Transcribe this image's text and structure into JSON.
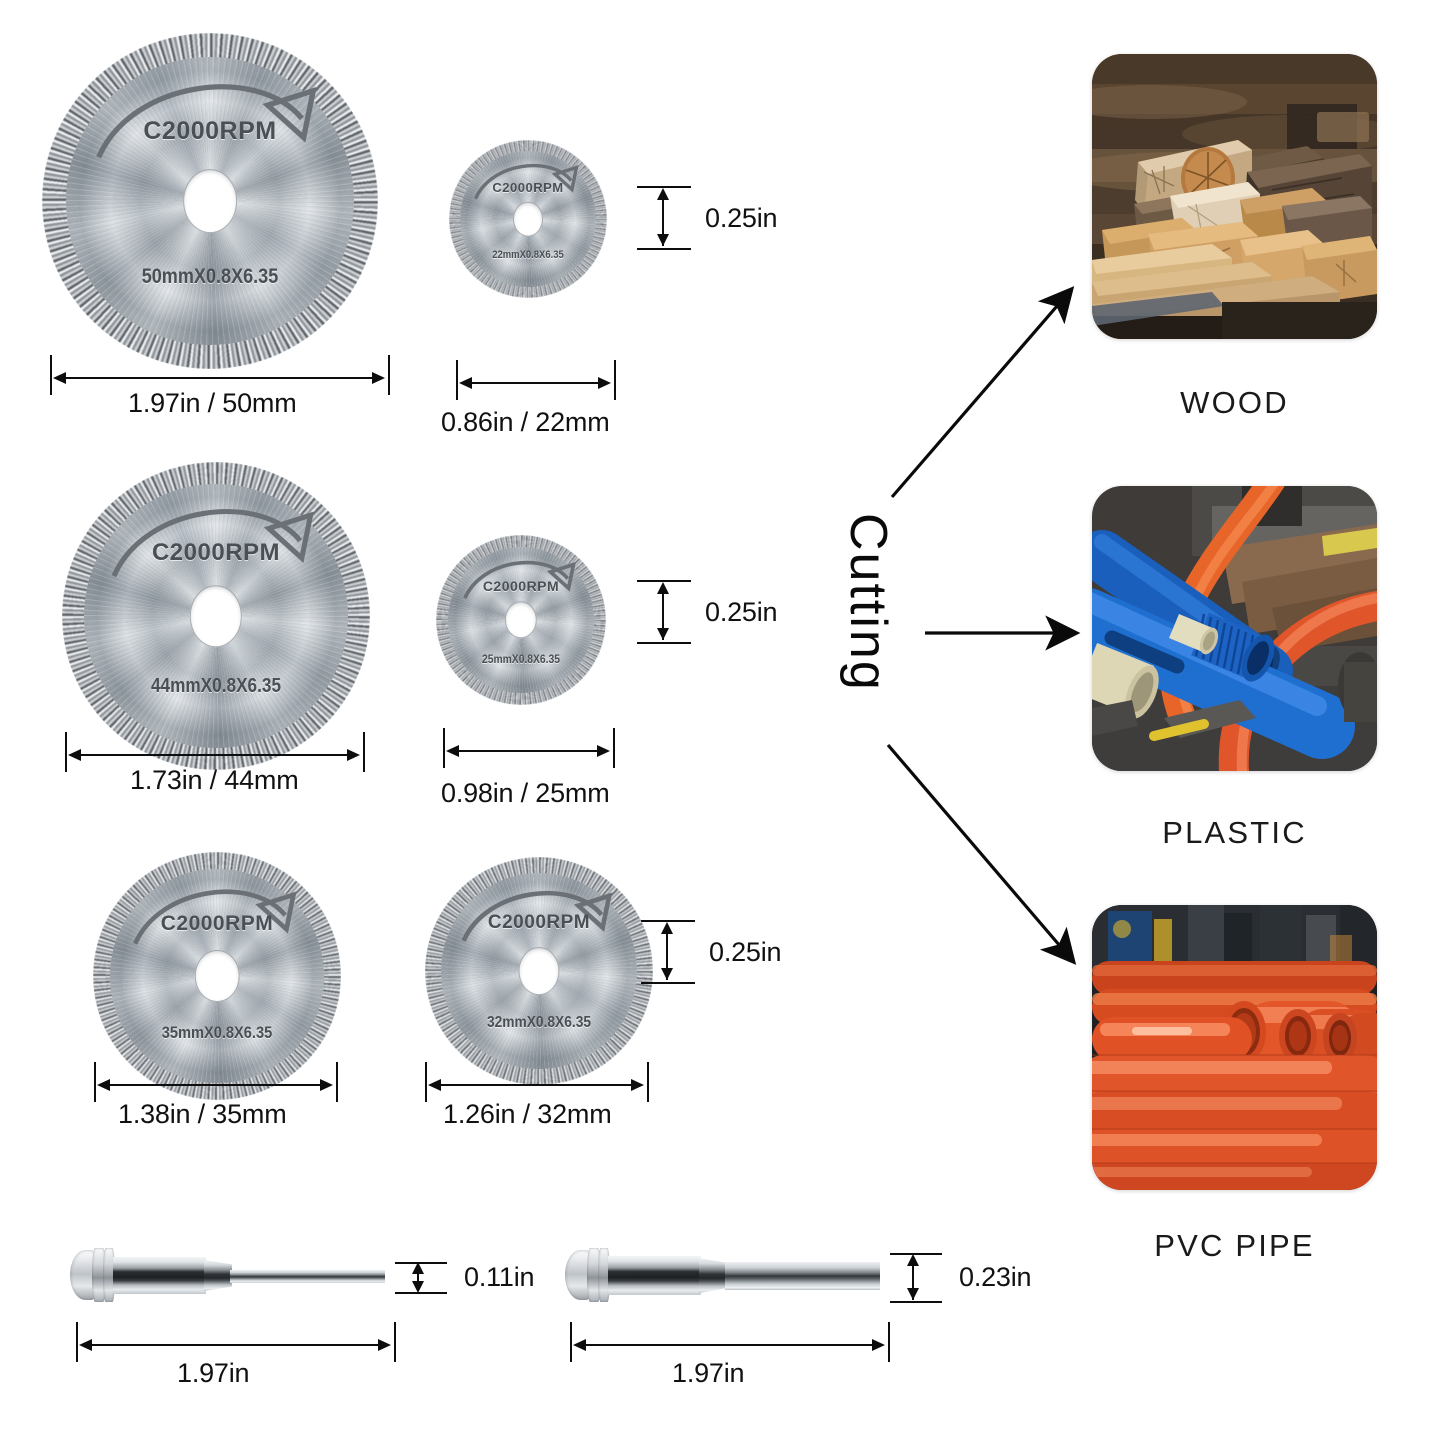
{
  "blades": [
    {
      "id": "blade-50mm",
      "rpm_label": "C2000RPM",
      "spec_label": "50mmX0.8X6.35",
      "diameter_label": "1.97in / 50mm",
      "thickness_label": null
    },
    {
      "id": "blade-22mm",
      "rpm_label": "C2000RPM",
      "spec_label": "22mmX0.8X6.35",
      "diameter_label": "0.86in / 22mm",
      "thickness_label": "0.25in"
    },
    {
      "id": "blade-44mm",
      "rpm_label": "C2000RPM",
      "spec_label": "44mmX0.8X6.35",
      "diameter_label": "1.73in / 44mm",
      "thickness_label": null
    },
    {
      "id": "blade-25mm",
      "rpm_label": "C2000RPM",
      "spec_label": "25mmX0.8X6.35",
      "diameter_label": "0.98in / 25mm",
      "thickness_label": "0.25in"
    },
    {
      "id": "blade-35mm",
      "rpm_label": "C2000RPM",
      "spec_label": "35mmX0.8X6.35",
      "diameter_label": "1.38in / 35mm",
      "thickness_label": null
    },
    {
      "id": "blade-32mm",
      "rpm_label": "C2000RPM",
      "spec_label": "32mmX0.8X6.35",
      "diameter_label": "1.26in / 32mm",
      "thickness_label": "0.25in"
    }
  ],
  "mandrels": [
    {
      "id": "mandrel-thin",
      "length_label": "1.97in",
      "shank_label": "0.11in"
    },
    {
      "id": "mandrel-thick",
      "length_label": "1.97in",
      "shank_label": "0.23in"
    }
  ],
  "cutting": {
    "label": "Cutting"
  },
  "materials": [
    {
      "id": "material-wood",
      "label": "WOOD"
    },
    {
      "id": "material-plastic",
      "label": "PLASTIC"
    },
    {
      "id": "material-pvc",
      "label": "PVC PIPE"
    }
  ],
  "colors": {
    "background": "#ffffff",
    "line": "#0d0d0d",
    "text": "#111111",
    "steel_light": "#f2f4f5",
    "steel_mid": "#bfc5ca",
    "steel_dark": "#5d6166",
    "wood_warm": "#b5793f",
    "wood_dark": "#4b3a2a",
    "plastic_blue": "#1f6fd0",
    "plastic_orange": "#e8652a",
    "pvc_orange": "#e2562a"
  }
}
